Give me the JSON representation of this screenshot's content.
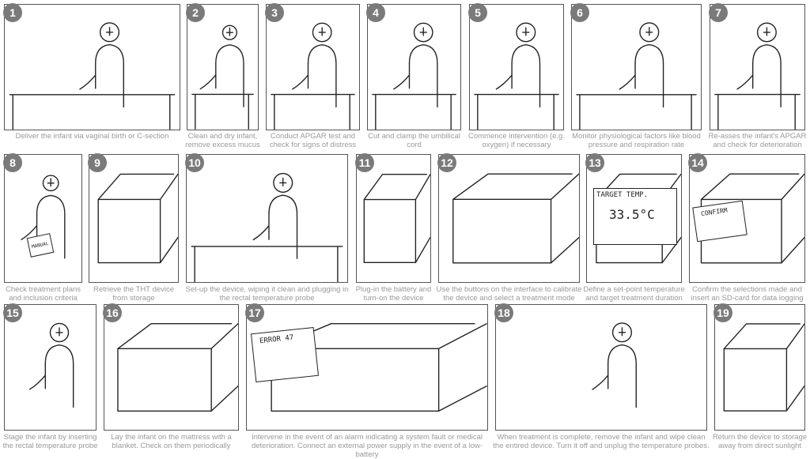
{
  "title": "Therapeutic hypothermia device usage storyboard",
  "steps": [
    {
      "number": "1",
      "caption": "Deliver the infant via vaginal birth or C-section"
    },
    {
      "number": "2",
      "caption": "Clean and dry infant, remove excess mucus"
    },
    {
      "number": "3",
      "caption": "Conduct APGAR test and check for signs of distress"
    },
    {
      "number": "4",
      "caption": "Cut and clamp the umbilical cord"
    },
    {
      "number": "5",
      "caption": "Commence intervention (e.g. oxygen) if necessary"
    },
    {
      "number": "6",
      "caption": "Monitor physiological factors like blood pressure and respiration rate"
    },
    {
      "number": "7",
      "caption": "Re-asses the infant's APGAR and check for deterioration"
    },
    {
      "number": "8",
      "caption": "Check treatment plans and inclusion criteria"
    },
    {
      "number": "9",
      "caption": "Retrieve the THT device from storage"
    },
    {
      "number": "10",
      "caption": "Set-up the device, wiping it clean and plugging in the rectal temperature probe"
    },
    {
      "number": "11",
      "caption": "Plug-in the battery and turn-on the device"
    },
    {
      "number": "12",
      "caption": "Use the buttons on the interface to calibrate the device and select a treatment mode"
    },
    {
      "number": "13",
      "caption": "Define a set-point temperature and target treatment duration"
    },
    {
      "number": "14",
      "caption": "Confirm the selections made and insert an SD-card for data logging"
    },
    {
      "number": "15",
      "caption": "Stage the infant by inserting the rectal temperature probe"
    },
    {
      "number": "16",
      "caption": "Lay the infant on the mattress with a blanket. Check on them periodically"
    },
    {
      "number": "17",
      "caption": "Intervene in the event of an alarm indicating a system fault or medical deterioration. Connect an external power supply in the event of a low-battery"
    },
    {
      "number": "18",
      "caption": "When treatment is complete, remove the infant and wipe clean the entired device. Turn it off and unplug the temperature probes."
    },
    {
      "number": "19",
      "caption": "Return the device to storage away from direct sunlight"
    }
  ],
  "sketch_text": {
    "manual": "MANUAL",
    "target_temp_label": "TARGET TEMP.",
    "target_temp_value": "33.5°C",
    "confirm": "CONFIRM",
    "error": "ERROR 47"
  }
}
